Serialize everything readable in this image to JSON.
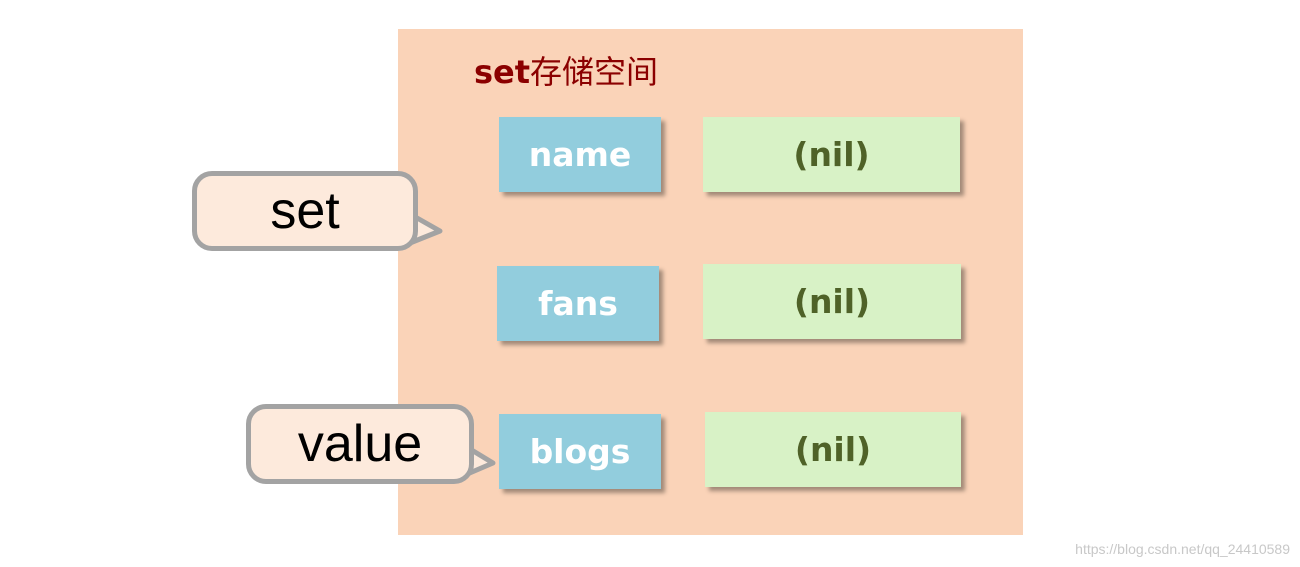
{
  "panel": {
    "title_prefix": "set",
    "title_suffix": "存储空间",
    "color": "#fad3b8",
    "title_color": "#8b0000"
  },
  "rows": [
    {
      "key": "name",
      "value": "(nil)"
    },
    {
      "key": "fans",
      "value": "(nil)"
    },
    {
      "key": "blogs",
      "value": "(nil)"
    }
  ],
  "callouts": {
    "command": "set",
    "value": "value"
  },
  "colors": {
    "key_cell": "#92cddd",
    "value_cell": "#d8f2c6",
    "value_text": "#4f6228",
    "callout_fill": "#fdeadc",
    "callout_border": "#a3a3a3"
  },
  "watermark": "https://blog.csdn.net/qq_24410589"
}
